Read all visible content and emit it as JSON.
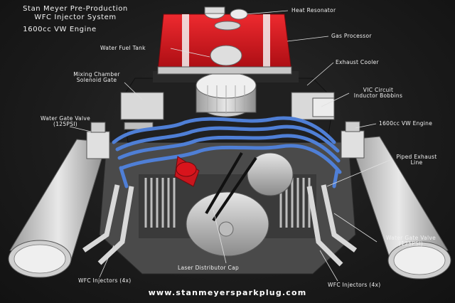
{
  "title": {
    "line1": "Stan Meyer Pre-Production",
    "line2": "WFC Injector System",
    "line3": "1600cc VW Engine"
  },
  "labels": {
    "heat_resonator": "Heat Resonator",
    "gas_processor": "Gas Processor",
    "water_fuel_tank": "Water Fuel Tank",
    "exhaust_cooler": "Exhaust Cooler",
    "mixing_chamber_l1": "Mixing Chamber",
    "mixing_chamber_l2": "Solenoid Gate",
    "vic_l1": "VIC Circuit",
    "vic_l2": "Inductor Bobbins",
    "water_gate_left_l1": "Water Gate Valve",
    "water_gate_left_l2": "(125PSI)",
    "engine_right": "1600cc VW Engine",
    "piped_exhaust_l1": "Piped Exhaust",
    "piped_exhaust_l2": "Line",
    "water_gate_right_l1": "Water Gate Valve",
    "water_gate_right_l2": "(125PSI)",
    "laser_distributor": "Laser Distributor Cap",
    "wfc_left": "WFC Injectors (4x)",
    "wfc_right": "WFC Injectors (4x)"
  },
  "footer_url": "www.stanmeyersparkplug.com",
  "colors": {
    "background": "#1d1d1d",
    "tank_red": "#d8141c",
    "pipe_blue": "#4f7fd6",
    "metal_light": "#dcdcdc",
    "label_text": "#f2f2f2"
  }
}
